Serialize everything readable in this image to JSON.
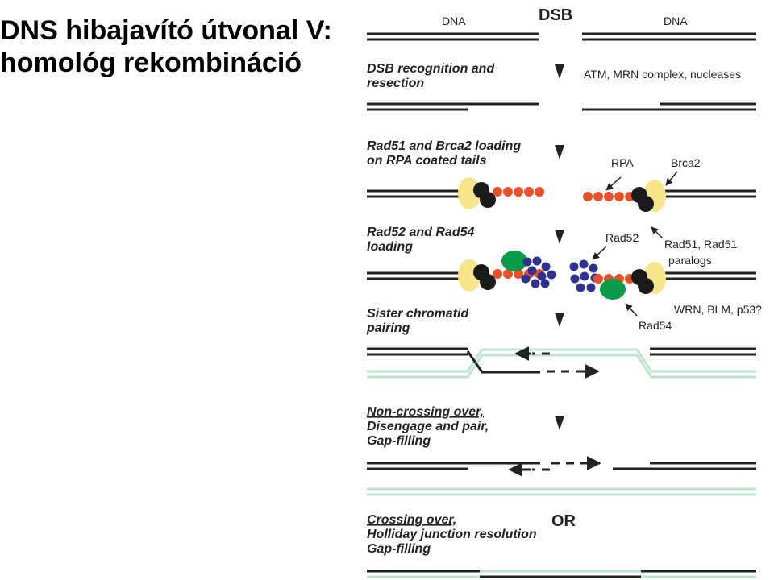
{
  "slide": {
    "title_line1": "DNS hibajavító útvonal V:",
    "title_line2": "homológ rekombináció"
  },
  "diagram": {
    "header": {
      "dna_left": "DNA",
      "dsb": "DSB",
      "dna_right": "DNA"
    },
    "steps": [
      {
        "lines": [
          "DSB recognition and",
          "resection"
        ]
      },
      {
        "lines": [
          "Rad51 and Brca2 loading",
          "on RPA coated tails"
        ]
      },
      {
        "lines": [
          "Rad52 and Rad54",
          "loading"
        ]
      },
      {
        "lines": [
          "Sister chromatid",
          "pairing"
        ]
      },
      {
        "lines": [
          "Non-crossing over,",
          "Disengage and pair,",
          "Gap-filling"
        ]
      },
      {
        "lines": [
          "Crossing over,",
          "Holliday junction resolution",
          "Gap-filling"
        ]
      }
    ],
    "labels": {
      "atm_mrn": "ATM, MRN complex, nucleases",
      "rpa": "RPA",
      "brca2": "Brca2",
      "rad52": "Rad52",
      "rad51_line1": "Rad51, Rad51",
      "rad51_line2": "paralogs",
      "wrn": "WRN, BLM, p53?",
      "rad54": "Rad54",
      "or": "OR"
    },
    "colors": {
      "dna": "#222222",
      "sister": "#bfe3cc",
      "rpa": "#e8502a",
      "brca2": "#f7e58c",
      "rad51": "#1a1a1a",
      "rad52": "#2e3192",
      "rad54": "#0a9a4a"
    }
  }
}
